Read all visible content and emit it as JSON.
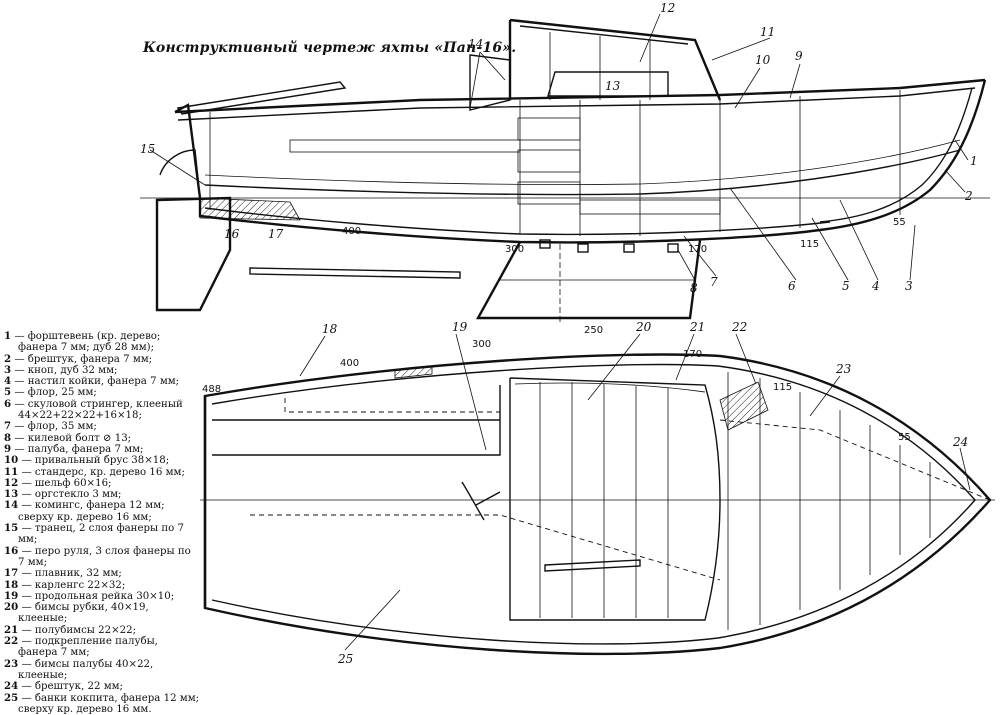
{
  "title": "Конструктивный чертеж яхты «Пап-16».",
  "side_view": {
    "callouts": [
      "1",
      "2",
      "3",
      "4",
      "5",
      "6",
      "7",
      "8",
      "9",
      "10",
      "11",
      "12",
      "13",
      "14",
      "15",
      "16",
      "17"
    ],
    "dimensions": [
      "400",
      "300",
      "250",
      "170",
      "115",
      "55"
    ]
  },
  "plan_view": {
    "callouts": [
      "18",
      "19",
      "20",
      "21",
      "22",
      "23",
      "24",
      "25"
    ],
    "dimensions": [
      "488",
      "400",
      "300",
      "170",
      "115",
      "55"
    ]
  },
  "legend": [
    {
      "num": "1",
      "text": "— форштевень (кр. дерево; фанера 7 мм; дуб 28 мм);"
    },
    {
      "num": "2",
      "text": "— брештук, фанера 7 мм;"
    },
    {
      "num": "3",
      "text": "— кноп, дуб 32 мм;"
    },
    {
      "num": "4",
      "text": "— настил койки, фанера 7 мм;"
    },
    {
      "num": "5",
      "text": "— флор, 25 мм;"
    },
    {
      "num": "6",
      "text": "— скуловой стрингер, клееный 44×22+22×22+16×18;"
    },
    {
      "num": "7",
      "text": "— флор, 35 мм;"
    },
    {
      "num": "8",
      "text": "— килевой болт ⊘ 13;"
    },
    {
      "num": "9",
      "text": "— палуба, фанера 7 мм;"
    },
    {
      "num": "10",
      "text": "— привальный брус 38×18;"
    },
    {
      "num": "11",
      "text": "— стандерс, кр. дерево 16 мм;"
    },
    {
      "num": "12",
      "text": "— шельф 60×16;"
    },
    {
      "num": "13",
      "text": "— оргстекло 3 мм;"
    },
    {
      "num": "14",
      "text": "— комингс, фанера 12 мм; сверху кр. дерево 16 мм;"
    },
    {
      "num": "15",
      "text": "— транец, 2 слоя фанеры по 7 мм;"
    },
    {
      "num": "16",
      "text": "— перо руля, 3 слоя фанеры по 7 мм;"
    },
    {
      "num": "17",
      "text": "— плавник, 32 мм;"
    },
    {
      "num": "18",
      "text": "— карленгс 22×32;"
    },
    {
      "num": "19",
      "text": "— продольная рейка 30×10;"
    },
    {
      "num": "20",
      "text": "— бимсы рубки, 40×19, клееные;"
    },
    {
      "num": "21",
      "text": "— полубимсы 22×22;"
    },
    {
      "num": "22",
      "text": "— подкрепление палубы, фанера 7 мм;"
    },
    {
      "num": "23",
      "text": "— бимсы палубы 40×22, клееные;"
    },
    {
      "num": "24",
      "text": "— брештук, 22 мм;"
    },
    {
      "num": "25",
      "text": "— банки кокпита, фанера 12 мм; сверху кр. дерево 16 мм."
    }
  ]
}
